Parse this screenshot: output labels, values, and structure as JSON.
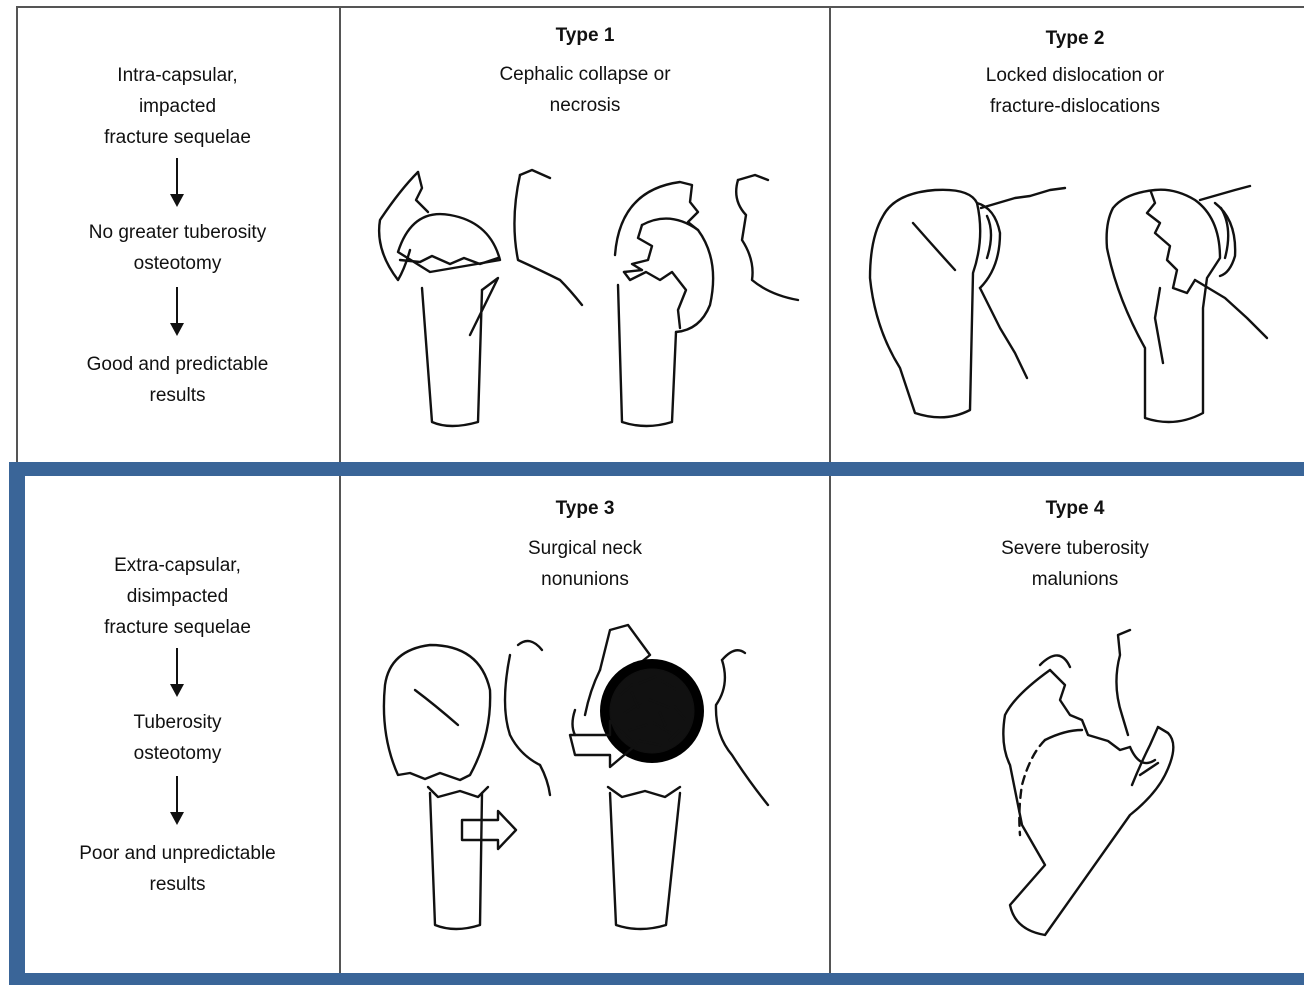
{
  "top_row": {
    "left": {
      "step1": "Intra-capsular,\nimpacted\nfracture sequelae",
      "step2": "No greater tuberosity\nosteotomy",
      "step3": "Good and predictable\nresults"
    },
    "type1": {
      "title": "Type 1",
      "desc": "Cephalic collapse or\nnecrosis"
    },
    "type2": {
      "title": "Type 2",
      "desc": "Locked dislocation or\nfracture-dislocations"
    }
  },
  "bottom_row": {
    "left": {
      "step1": "Extra-capsular,\ndisimpacted\nfracture sequelae",
      "step2": "Tuberosity\nosteotomy",
      "step3": "Poor and unpredictable\nresults"
    },
    "type3": {
      "title": "Type 3",
      "desc": "Surgical neck\nnonunions"
    },
    "type4": {
      "title": "Type 4",
      "desc": "Severe tuberosity\nmalunions"
    }
  },
  "colors": {
    "highlight_border": "#3a6598",
    "grid_line": "#555555"
  },
  "icons": {
    "flow_arrow": "down-arrow-icon",
    "displacement_arrow": "right-arrow-icon"
  }
}
